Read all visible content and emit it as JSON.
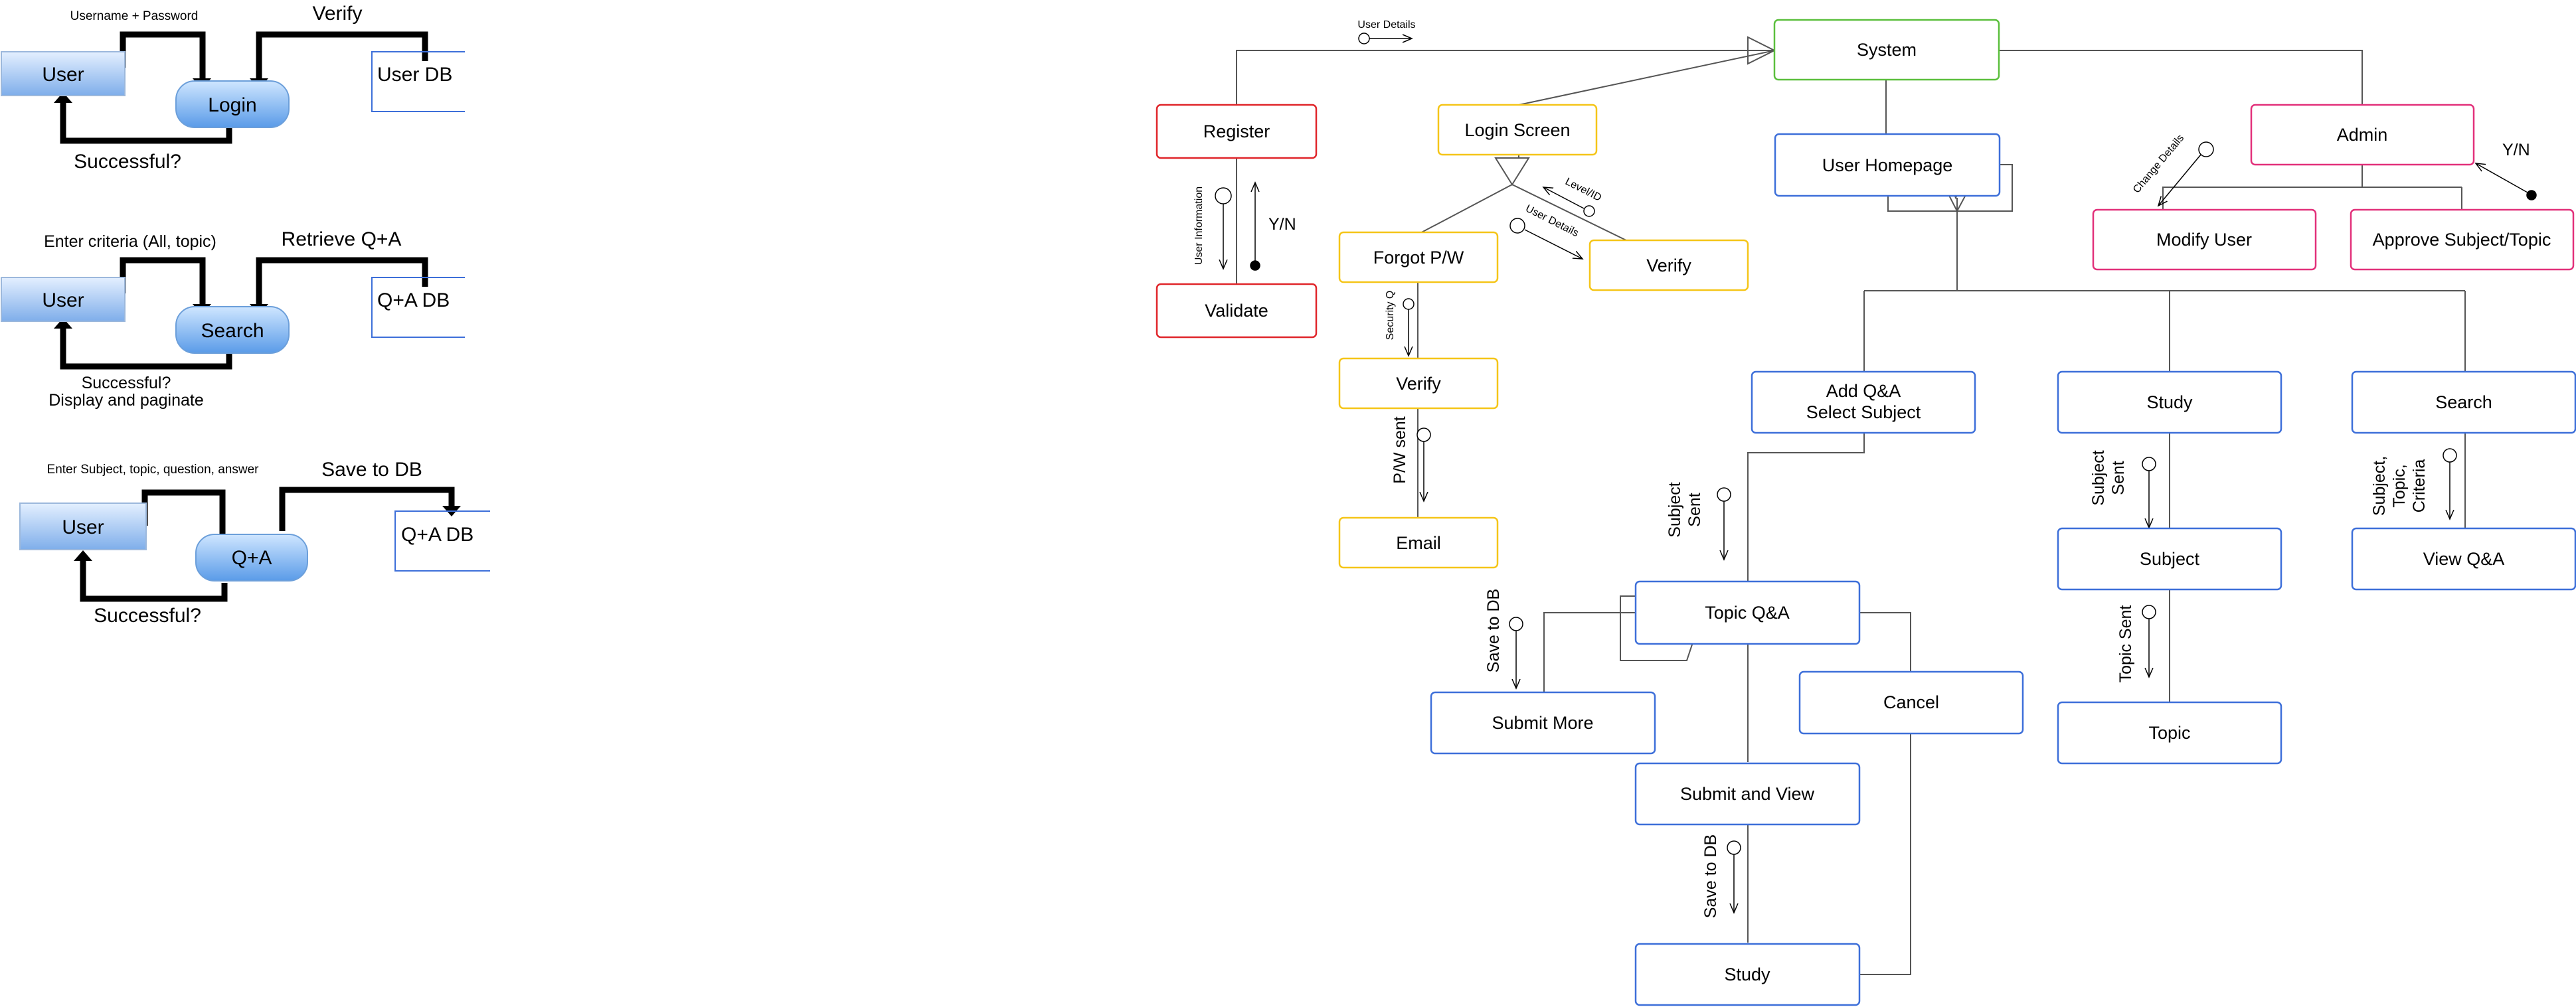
{
  "colors": {
    "green": "#5BBF3D",
    "red": "#E0252A",
    "yellow": "#F5C518",
    "blue": "#3D6FD9",
    "pink": "#E2307A",
    "pill_top": "#BFE0FF",
    "pill_bottom": "#5A9BE8",
    "rect_top": "#DCEBFF",
    "rect_bottom": "#7FAEEA"
  },
  "left_flows": {
    "login": {
      "user": "User",
      "process": "Login",
      "db": "User DB",
      "input_label": "Username + Password",
      "db_label": "Verify",
      "return_label": "Successful?"
    },
    "search": {
      "user": "User",
      "process": "Search",
      "db": "Q+A DB",
      "input_label": "Enter criteria (All, topic)",
      "db_label": "Retrieve Q+A",
      "return_label": "Successful?",
      "return_label_2": "Display and paginate"
    },
    "qa": {
      "user": "User",
      "process": "Q+A",
      "db": "Q+A DB",
      "input_label": "Enter Subject, topic, question, answer",
      "db_label": "Save to DB",
      "return_label": "Successful?"
    }
  },
  "nodes": {
    "system": "System",
    "register": "Register",
    "validate": "Validate",
    "login_screen": "Login Screen",
    "forgot_pw": "Forgot P/W",
    "verify_login": "Verify",
    "verify_pw": "Verify",
    "email": "Email",
    "user_homepage": "User Homepage",
    "admin": "Admin",
    "modify_user": "Modify User",
    "approve": "Approve Subject/Topic",
    "add_qa_1": "Add Q&A",
    "add_qa_2": "Select Subject",
    "study_top": "Study",
    "search": "Search",
    "subject": "Subject",
    "view_qa": "View Q&A",
    "topic": "Topic",
    "topic_qa": "Topic Q&A",
    "submit_more": "Submit More",
    "cancel": "Cancel",
    "submit_view": "Submit and View",
    "study_bottom": "Study"
  },
  "flow_labels": {
    "user_details_top": "User Details",
    "user_information": "User Information",
    "yn_register": "Y/N",
    "level_id": "Level/ID",
    "user_details_login": "User Details",
    "security_q": "Security Q",
    "pw_sent": "P/W sent",
    "change_details": "Change Details",
    "yn_admin": "Y/N",
    "subject_sent_1": "Subject",
    "subject_sent_2": "Sent",
    "subject_sent_study_1": "Subject",
    "subject_sent_study_2": "Sent",
    "search_criteria_1": "Subject,",
    "search_criteria_2": "Topic,",
    "search_criteria_3": "Criteria",
    "topic_sent": "Topic Sent",
    "save_to_db_1": "Save to DB",
    "save_to_db_2": "Save to DB"
  }
}
